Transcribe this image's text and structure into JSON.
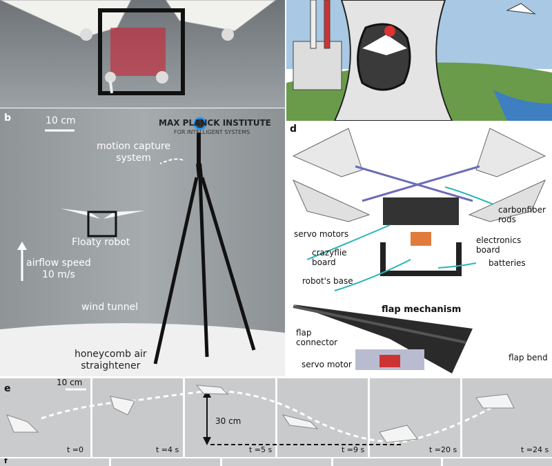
{
  "panel_b": {
    "label": "b",
    "scalebar": "10 cm",
    "institute_line1": "MAX PLANCK INSTITUTE",
    "institute_line2": "FOR INTELLIGENT SYSTEMS",
    "motion_capture": "motion capture\nsystem",
    "robot": "Floaty robot",
    "airflow": "airflow speed\n10 m/s",
    "wind_tunnel": "wind tunnel",
    "honeycomb": "honeycomb air\nstraightener"
  },
  "panel_d": {
    "label": "d",
    "carbonfiber": "carbonfiber\nrods",
    "servo_motors": "servo motors",
    "electronics": "electronics\nboard",
    "crazyflie": "crazyflie\nboard",
    "batteries": "batteries",
    "robot_base": "robot's base",
    "flap_title": "flap mechanism",
    "flap_connector": "flap\nconnector",
    "servo_motor": "servo motor",
    "flap_bend": "flap bend"
  },
  "panel_e": {
    "label": "e",
    "scalebar": "10 cm",
    "height": "30 cm",
    "times": [
      "t =0",
      "t =4 s",
      "t =5 s",
      "t =9 s",
      "t =20 s",
      "t =24 s"
    ]
  },
  "panel_f": {
    "label": "f"
  }
}
